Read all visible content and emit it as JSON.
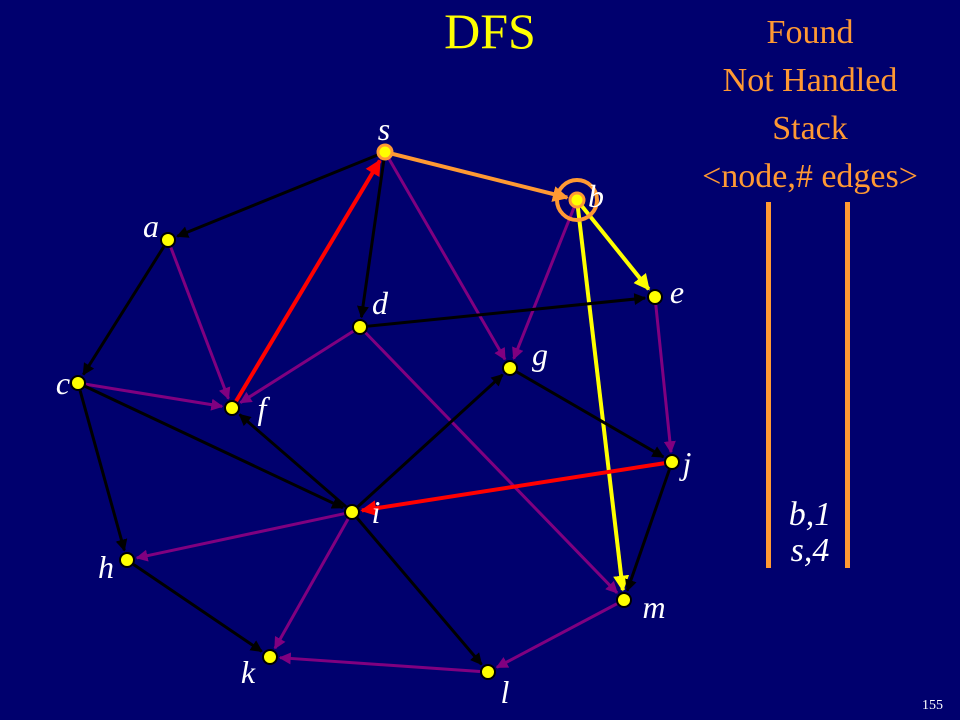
{
  "title": "DFS",
  "legend": {
    "found": "Found",
    "not_handled": "Not Handled",
    "stack": "Stack",
    "node_edges": "<node,# edges>"
  },
  "stack_entries": [
    "b,1",
    "s,4"
  ],
  "slide_number": "155",
  "colors": {
    "background": "#00006e",
    "title": "#ffff00",
    "legend": "#ff9933",
    "edge_tree_black": "#000000",
    "edge_unexplored": "#800080",
    "edge_back": "#ff0000",
    "edge_found": "#ff9933",
    "edge_current": "#ffff00",
    "node_fill": "#ffff00",
    "node_found_stroke": "#ff9933"
  },
  "graph": {
    "nodes": [
      {
        "id": "s",
        "label": "s",
        "state": "found"
      },
      {
        "id": "a",
        "label": "a",
        "state": "normal"
      },
      {
        "id": "b",
        "label": "b",
        "state": "current"
      },
      {
        "id": "c",
        "label": "c",
        "state": "normal"
      },
      {
        "id": "d",
        "label": "d",
        "state": "normal"
      },
      {
        "id": "e",
        "label": "e",
        "state": "normal"
      },
      {
        "id": "f",
        "label": "f",
        "state": "normal"
      },
      {
        "id": "g",
        "label": "g",
        "state": "normal"
      },
      {
        "id": "h",
        "label": "h",
        "state": "normal"
      },
      {
        "id": "i",
        "label": "i",
        "state": "normal"
      },
      {
        "id": "j",
        "label": "j",
        "state": "normal"
      },
      {
        "id": "k",
        "label": "k",
        "state": "normal"
      },
      {
        "id": "l",
        "label": "l",
        "state": "normal"
      },
      {
        "id": "m",
        "label": "m",
        "state": "normal"
      }
    ],
    "edges": [
      {
        "from": "s",
        "to": "a",
        "color": "edge_tree_black"
      },
      {
        "from": "s",
        "to": "d",
        "color": "edge_tree_black"
      },
      {
        "from": "s",
        "to": "g",
        "color": "edge_unexplored"
      },
      {
        "from": "s",
        "to": "b",
        "color": "edge_found"
      },
      {
        "from": "a",
        "to": "c",
        "color": "edge_tree_black"
      },
      {
        "from": "a",
        "to": "f",
        "color": "edge_unexplored"
      },
      {
        "from": "b",
        "to": "e",
        "color": "edge_current"
      },
      {
        "from": "b",
        "to": "m",
        "color": "edge_current"
      },
      {
        "from": "b",
        "to": "g",
        "color": "edge_unexplored"
      },
      {
        "from": "c",
        "to": "f",
        "color": "edge_unexplored"
      },
      {
        "from": "c",
        "to": "h",
        "color": "edge_tree_black"
      },
      {
        "from": "c",
        "to": "i",
        "color": "edge_tree_black"
      },
      {
        "from": "d",
        "to": "e",
        "color": "edge_tree_black"
      },
      {
        "from": "d",
        "to": "f",
        "color": "edge_unexplored"
      },
      {
        "from": "d",
        "to": "m",
        "color": "edge_unexplored"
      },
      {
        "from": "e",
        "to": "j",
        "color": "edge_unexplored"
      },
      {
        "from": "f",
        "to": "s",
        "color": "edge_back"
      },
      {
        "from": "g",
        "to": "j",
        "color": "edge_tree_black"
      },
      {
        "from": "i",
        "to": "f",
        "color": "edge_tree_black"
      },
      {
        "from": "i",
        "to": "g",
        "color": "edge_tree_black"
      },
      {
        "from": "i",
        "to": "h",
        "color": "edge_unexplored"
      },
      {
        "from": "i",
        "to": "k",
        "color": "edge_unexplored"
      },
      {
        "from": "i",
        "to": "l",
        "color": "edge_tree_black"
      },
      {
        "from": "j",
        "to": "i",
        "color": "edge_back"
      },
      {
        "from": "j",
        "to": "m",
        "color": "edge_tree_black"
      },
      {
        "from": "h",
        "to": "k",
        "color": "edge_tree_black"
      },
      {
        "from": "l",
        "to": "k",
        "color": "edge_unexplored"
      },
      {
        "from": "m",
        "to": "l",
        "color": "edge_unexplored"
      }
    ]
  }
}
